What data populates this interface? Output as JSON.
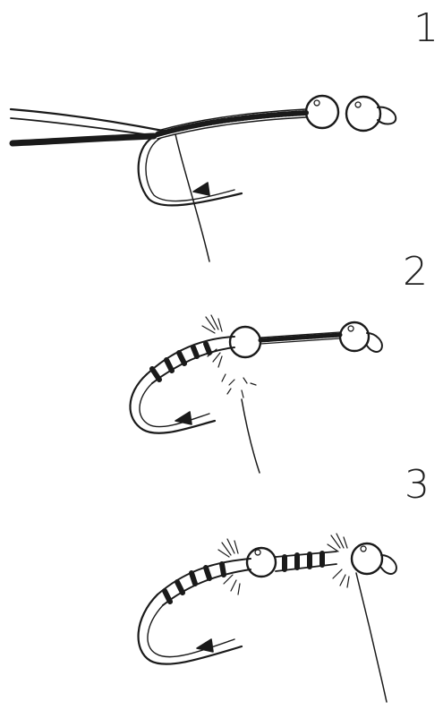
{
  "steps": [
    {
      "number": "1"
    },
    {
      "number": "2"
    },
    {
      "number": "3"
    }
  ],
  "colors": {
    "ink": "#1a1a1a",
    "paper": "#ffffff"
  },
  "icons": [
    "fly-hook-icon",
    "bead-icon",
    "eye-icon",
    "thread-icon",
    "fiber-collar-icon"
  ]
}
